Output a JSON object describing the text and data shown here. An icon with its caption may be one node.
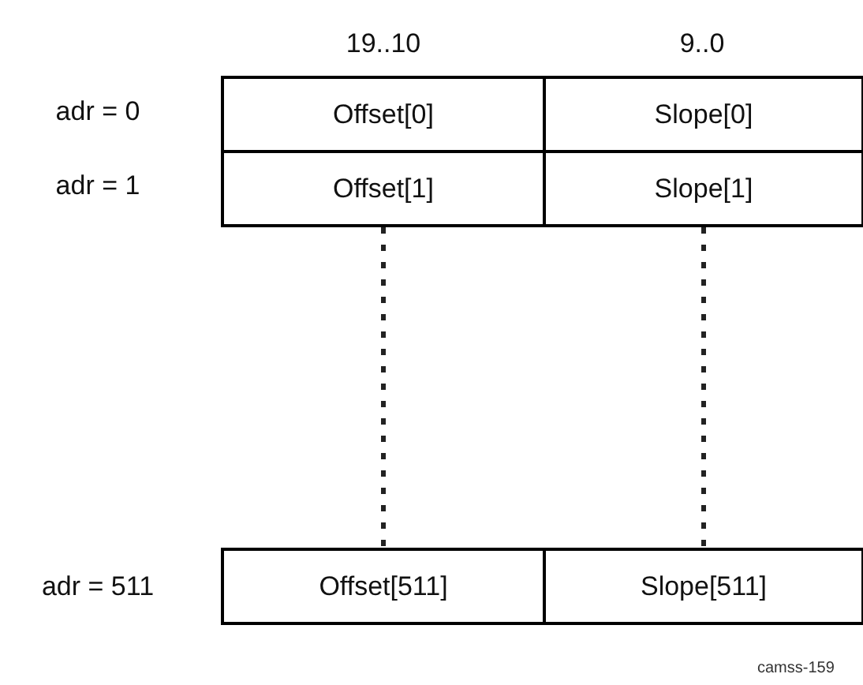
{
  "diagram": {
    "nodes": [
      {
        "text": [
          "Offset[0]"
        ]
      },
      {
        "text": [
          "Slope[0]"
        ]
      },
      {
        "text": [
          "Offset[1]"
        ]
      },
      {
        "text": [
          "Slope[1]"
        ]
      },
      {
        "text": [
          "Offset[511]"
        ]
      },
      {
        "text": [
          "Slope[511]"
        ]
      }
    ],
    "edges": [
      {
        "from": 2,
        "to": 4,
        "arrow": "none",
        "style": "dashed"
      },
      {
        "from": 3,
        "to": 5,
        "arrow": "none",
        "style": "dashed"
      }
    ],
    "labels": [
      "19..10",
      "9..0",
      "adr = 0",
      "adr = 1",
      "adr = 511",
      "camss-159"
    ]
  }
}
